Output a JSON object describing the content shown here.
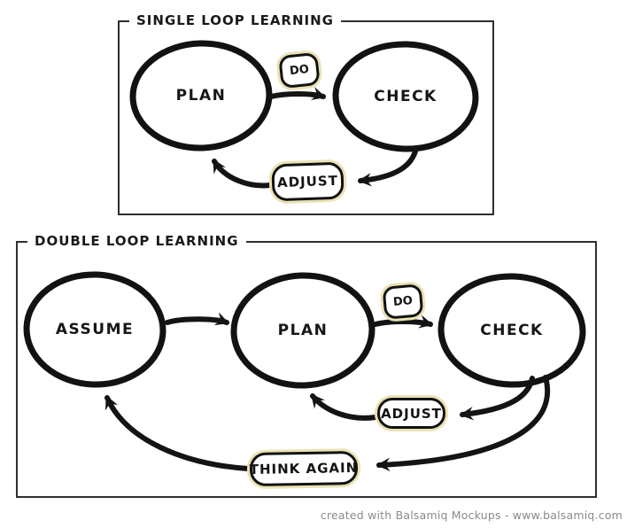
{
  "colors": {
    "background": "#ffffff",
    "ink": "#141414",
    "panel_border": "#2f2f2f",
    "badge_halo": "#ebe2b4",
    "footer_text": "#8a8a8a"
  },
  "panels": {
    "single": {
      "title": "SINGLE LOOP LEARNING",
      "nodes": {
        "plan": "PLAN",
        "check": "CHECK"
      },
      "badges": {
        "do": "DO",
        "adjust": "ADJUST"
      }
    },
    "double": {
      "title": "DOUBLE LOOP LEARNING",
      "nodes": {
        "assume": "ASSUME",
        "plan": "PLAN",
        "check": "CHECK"
      },
      "badges": {
        "do": "DO",
        "adjust": "ADJUST",
        "think_again": "THINK AGAIN"
      }
    }
  },
  "edges": {
    "single": [
      {
        "from": "PLAN",
        "to": "CHECK",
        "via": "DO"
      },
      {
        "from": "CHECK",
        "to": "PLAN",
        "via": "ADJUST"
      }
    ],
    "double": [
      {
        "from": "ASSUME",
        "to": "PLAN",
        "via": ""
      },
      {
        "from": "PLAN",
        "to": "CHECK",
        "via": "DO"
      },
      {
        "from": "CHECK",
        "to": "PLAN",
        "via": "ADJUST"
      },
      {
        "from": "CHECK",
        "to": "ASSUME",
        "via": "THINK AGAIN"
      }
    ]
  },
  "footer": {
    "credit": "created with Balsamiq Mockups - www.balsamiq.com"
  }
}
